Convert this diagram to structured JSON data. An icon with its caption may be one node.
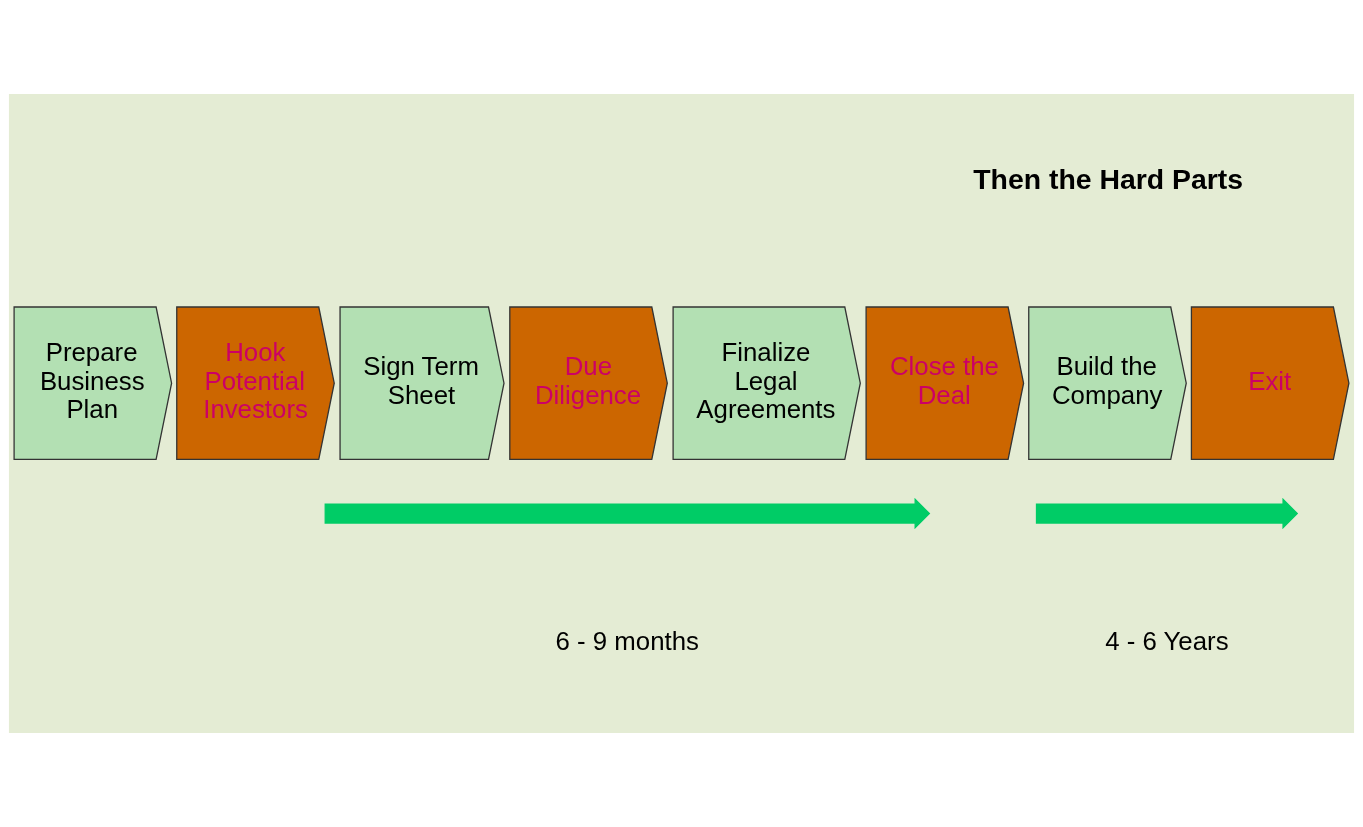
{
  "diagram": {
    "nodes": [
      {
        "text": [
          "Prepare Business Plan"
        ]
      },
      {
        "text": [
          "Hook Potential Investors"
        ]
      },
      {
        "text": [
          "Sign Term Sheet"
        ]
      },
      {
        "text": [
          "Due Diligence"
        ]
      },
      {
        "text": [
          "Finalize Legal Agreements"
        ]
      },
      {
        "text": [
          "Close the Deal"
        ]
      },
      {
        "text": [
          "Build the Company"
        ]
      },
      {
        "text": [
          "Exit"
        ]
      },
      {
        "text": [],
        "shape": "arrow"
      },
      {
        "text": [],
        "shape": "arrow"
      }
    ],
    "edges": [],
    "labels": [
      "Then the Hard Parts",
      "6 - 9 months",
      "4 - 6 Years"
    ]
  }
}
